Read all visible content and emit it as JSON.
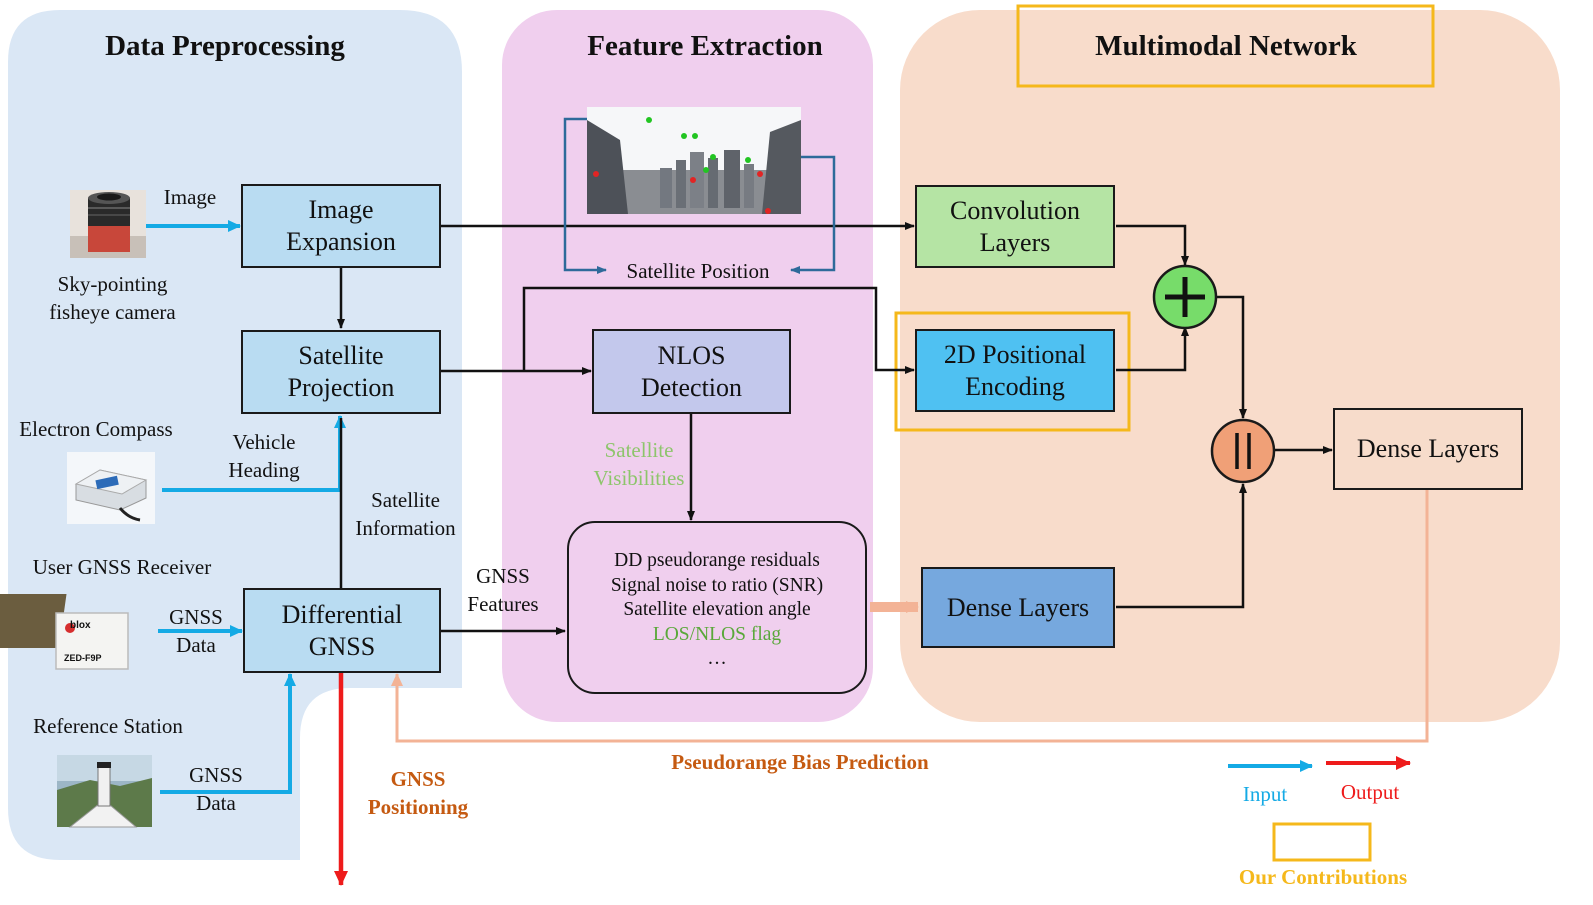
{
  "colors": {
    "preprocessing_bg": "#dae7f5",
    "feature_bg": "#f0cfee",
    "network_bg": "#f8dccb",
    "blue_box": "#b9dcf2",
    "nlos_box": "#c3c8ec",
    "conv_box": "#b5e4a4",
    "pos_box": "#4fc1f2",
    "dense_mid": "#76a8de",
    "dense_out": "#f7dccb",
    "input_arrow": "#14aae5",
    "output_arrow": "#ee1b1b",
    "bias_arrow": "#f3b396",
    "contribution": "#f5b81b",
    "green_text": "#8dc56b",
    "orange_text": "#c55a11"
  },
  "sections": {
    "preprocessing": "Data Preprocessing",
    "feature": "Feature Extraction",
    "network": "Multimodal Network"
  },
  "sensors": {
    "camera": [
      "Sky-pointing",
      "fisheye camera"
    ],
    "compass": "Electron Compass",
    "receiver": "User GNSS Receiver",
    "reference": "Reference Station",
    "receiver_brand": "blox",
    "receiver_model": "ZED-F9P"
  },
  "boxes": {
    "image_expansion": [
      "Image",
      "Expansion"
    ],
    "satellite_projection": [
      "Satellite",
      "Projection"
    ],
    "differential_gnss": [
      "Differential",
      "GNSS"
    ],
    "nlos_detection": [
      "NLOS",
      "Detection"
    ],
    "convolution_layers": [
      "Convolution",
      "Layers"
    ],
    "positional_encoding": [
      "2D Positional",
      "Encoding"
    ],
    "dense_mid": "Dense Layers",
    "dense_out": "Dense Layers"
  },
  "features": {
    "lines": [
      "DD pseudorange residuals",
      "Signal noise to ratio (SNR)",
      "Satellite elevation angle"
    ],
    "flag": "LOS/NLOS flag",
    "ellipsis": "…"
  },
  "labels": {
    "image": "Image",
    "vehicle_heading": [
      "Vehicle",
      "Heading"
    ],
    "satellite_information": [
      "Satellite",
      "Information"
    ],
    "gnss_data_1": [
      "GNSS",
      "Data"
    ],
    "gnss_data_2": [
      "GNSS",
      "Data"
    ],
    "gnss_features": [
      "GNSS",
      "Features"
    ],
    "satellite_position": "Satellite Position",
    "satellite_visibilities": [
      "Satellite",
      "Visibilities"
    ],
    "gnss_positioning": [
      "GNSS",
      "Positioning"
    ],
    "bias_prediction": "Pseudorange Bias Prediction"
  },
  "operators": {
    "add": "+",
    "concat": "||"
  },
  "legend": {
    "input": "Input",
    "output": "Output",
    "contributions": "Our Contributions"
  }
}
